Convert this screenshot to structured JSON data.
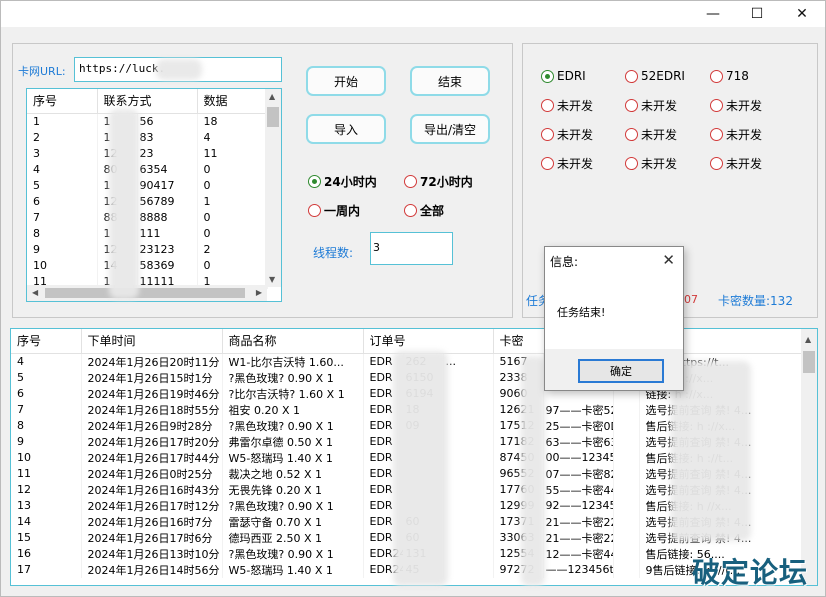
{
  "window": {
    "minimize": "—",
    "maximize": "☐",
    "close": "✕"
  },
  "url": {
    "label": "卡网URL:",
    "value": "https://luck."
  },
  "top_grid": {
    "headers": [
      "序号",
      "联系方式",
      "数据"
    ],
    "rows": [
      [
        "1",
        "1",
        "56",
        "18"
      ],
      [
        "2",
        "1",
        "83",
        "4"
      ],
      [
        "3",
        "12",
        "23",
        "11"
      ],
      [
        "4",
        "80",
        "6354",
        "0"
      ],
      [
        "5",
        "1",
        "90417",
        "0"
      ],
      [
        "6",
        "12",
        "56789",
        "1"
      ],
      [
        "7",
        "88",
        "8888",
        "0"
      ],
      [
        "8",
        "1",
        "111",
        "0"
      ],
      [
        "9",
        "12",
        "23123",
        "2"
      ],
      [
        "10",
        "14",
        "58369",
        "0"
      ],
      [
        "11",
        "1",
        "11111",
        "1"
      ]
    ]
  },
  "buttons": {
    "start": "开始",
    "end": "结束",
    "import": "导入",
    "export": "导出/清空"
  },
  "time_radios": [
    {
      "label": "24小时内",
      "checked": true
    },
    {
      "label": "72小时内",
      "checked": false
    },
    {
      "label": "一周内",
      "checked": false
    },
    {
      "label": "全部",
      "checked": false
    }
  ],
  "thread": {
    "label": "线程数:",
    "value": "3"
  },
  "site_radios": [
    {
      "label": "EDRI",
      "checked": true
    },
    {
      "label": "52EDRI",
      "checked": false
    },
    {
      "label": "718",
      "checked": false
    },
    {
      "label": "未开发",
      "checked": false
    },
    {
      "label": "未开发",
      "checked": false
    },
    {
      "label": "未开发",
      "checked": false
    },
    {
      "label": "未开发",
      "checked": false
    },
    {
      "label": "未开发",
      "checked": false
    },
    {
      "label": "未开发",
      "checked": false
    },
    {
      "label": "未开发",
      "checked": false
    },
    {
      "label": "未开发",
      "checked": false
    },
    {
      "label": "未开发",
      "checked": false
    }
  ],
  "status": {
    "left": "任务",
    "count_value": "07",
    "card_count": "卡密数量:132"
  },
  "dialog": {
    "title": "信息:",
    "close": "✕",
    "message": "任务结束!",
    "ok": "确定"
  },
  "bottom_grid": {
    "headers": [
      "序号",
      "下单时间",
      "商品名称",
      "订单号",
      "卡密",
      "",
      ""
    ],
    "rows": [
      [
        "4",
        "2024年1月26日20时11分",
        "W1-比尔吉沃特 1.60...",
        "EDR",
        "262",
        "...",
        "5167",
        "",
        "",
        "链接: https://t..."
      ],
      [
        "5",
        "2024年1月26日15时1分",
        "?黑色玫瑰? 0.90 X 1",
        "EDR",
        "6150",
        "",
        "2338",
        "",
        "",
        "链接: h  ://x..."
      ],
      [
        "6",
        "2024年1月26日19时46分",
        "?比尔吉沃特? 1.60 X 1",
        "EDR",
        "6194",
        "",
        "9060",
        "",
        "",
        "链接: h  ://x..."
      ],
      [
        "7",
        "2024年1月26日18时55分",
        "祖安 0.20 X 1",
        "EDR",
        "18",
        "",
        "12621",
        "97——卡密52...",
        "",
        "选号提前查询 禁! 4..."
      ],
      [
        "8",
        "2024年1月26日9时28分",
        "?黑色玫瑰? 0.90 X 1",
        "EDR",
        "09",
        "",
        "17512",
        "25——卡密0D...",
        "",
        "售后链接: h  ://x..."
      ],
      [
        "9",
        "2024年1月26日17时20分",
        "弗雷尔卓德 0.50 X 1",
        "EDR",
        "",
        "",
        "17182",
        "63——卡密63...",
        "",
        "选号提前查询 禁! 4..."
      ],
      [
        "10",
        "2024年1月26日17时44分",
        "W5-怒瑞玛 1.40 X 1",
        "EDR",
        "",
        "",
        "87450",
        "00——123456t...",
        "",
        "售后链接: h   ://t..."
      ],
      [
        "11",
        "2024年1月26日0时25分",
        "裁决之地 0.52 X 1",
        "EDR",
        "",
        "",
        "96552",
        "07——卡密824...",
        "",
        "选号提前查询 禁! 4..."
      ],
      [
        "12",
        "2024年1月26日16时43分",
        "无畏先锋 0.20 X 1",
        "EDR",
        "",
        "",
        "17760",
        "55——卡密44...",
        "",
        "选号提前查询 禁! 4..."
      ],
      [
        "13",
        "2024年1月26日17时12分",
        "?黑色玫瑰? 0.90 X 1",
        "EDR",
        "",
        "",
        "12999",
        "92——123456...",
        "",
        "售后链接: h   //x..."
      ],
      [
        "14",
        "2024年1月26日16时7分",
        "雷瑟守备 0.70 X 1",
        "EDR",
        "60",
        "",
        "17371",
        "21——卡密22...",
        "",
        "选号提前查询 禁! 4..."
      ],
      [
        "15",
        "2024年1月26日17时6分",
        "德玛西亚 2.50 X 1",
        "EDR",
        "60",
        "",
        "33063",
        "21——卡密22...",
        "",
        "选号提前查询 禁! 4..."
      ],
      [
        "16",
        "2024年1月26日13时10分",
        "?黑色玫瑰? 0.90 X 1",
        "EDR240",
        "131",
        "",
        "12554",
        "12——卡密44...",
        "",
        "售后链接: 56...."
      ],
      [
        "17",
        "2024年1月26日14时56分",
        "W5-怒瑞玛 1.40 X 1",
        "EDR240",
        "45",
        "",
        "97272",
        "——123456tt",
        "",
        "9售后链接: h  ://t..."
      ]
    ]
  },
  "watermark": "破定论坛"
}
